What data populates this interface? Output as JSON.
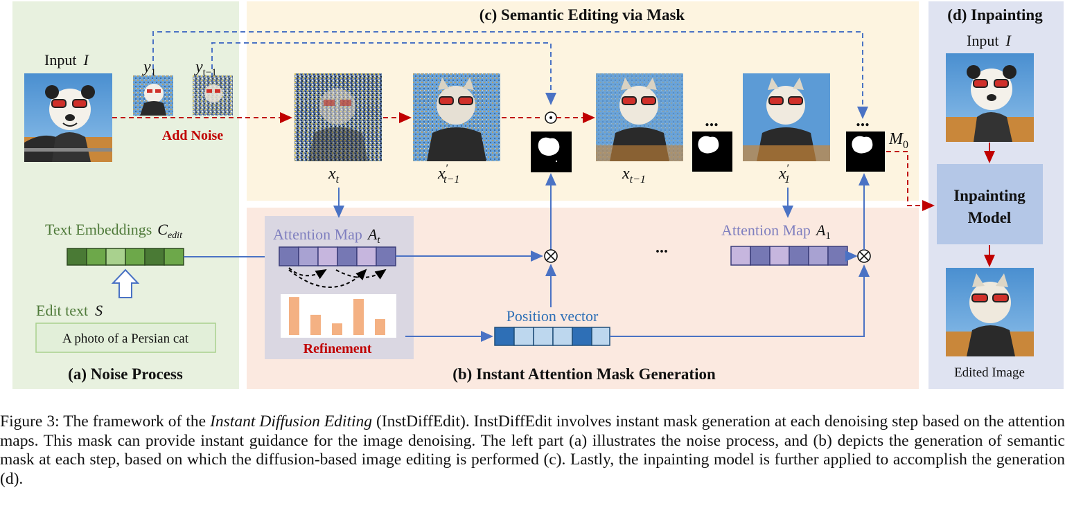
{
  "panels": {
    "a": "(a) Noise Process",
    "b": "(b) Instant Attention Mask Generation",
    "c": "(c) Semantic Editing via Mask",
    "d": "(d) Inpainting"
  },
  "noise": {
    "input_label": "Input",
    "input_var": "I",
    "y1": "y",
    "y1_sub": "1",
    "yt1": "y",
    "yt1_sub": "t−1",
    "add_noise": "Add Noise",
    "text_embeddings": "Text Embeddings",
    "c_edit": "C",
    "c_edit_sub": "edit",
    "edit_text": "Edit text",
    "edit_var": "S",
    "prompt": "A photo of a Persian cat"
  },
  "editing": {
    "xt": "x",
    "xt_sub": "t",
    "xt1p": "x",
    "xt1p_sub": "t−1",
    "xt1": "x",
    "xt1_sub": "t−1",
    "x1p": "x",
    "x1p_sub": "1",
    "m0": "M",
    "m0_sub": "0",
    "dots": "...",
    "odot": "⊙"
  },
  "attention": {
    "attn_map": "Attention Map",
    "at": "A",
    "at_sub": "t",
    "a1": "A",
    "a1_sub": "1",
    "refinement": "Refinement",
    "position_vector": "Position vector",
    "otimes": "⊗",
    "dots": "..."
  },
  "inpainting": {
    "input_label": "Input",
    "input_var": "I",
    "model_line1": "Inpainting",
    "model_line2": "Model",
    "edited": "Edited Image"
  },
  "caption": {
    "prefix": "Figure 3: The framework of the ",
    "method_name": "Instant Diffusion Editing",
    "rest": " (InstDiffEdit). InstDiffEdit involves instant mask generation at each denoising step based on the attention maps. This mask can provide instant guidance for the image denoising. The left part (a) illustrates the noise process, and (b) depicts the generation of semantic mask at each step, based on which the diffusion-based image editing is performed (c). Lastly, the inpainting model is further applied to accomplish the generation (d)."
  },
  "refinement_bars": [
    0.98,
    0.52,
    0.3,
    0.93,
    0.41
  ],
  "colors": {
    "panel_a_bg": "#e8f1df",
    "panel_b_bg": "#fbe9e0",
    "panel_c_bg": "#fdf4e0",
    "panel_d_bg": "#dfe3f1",
    "red_arrow": "#c00000",
    "blue_arrow": "#4a72c4",
    "text_green": "#4f7a3a",
    "attn_purple": "#7f7fbf",
    "position_blue": "#2e6fb6",
    "refine_orange": "#f4b183",
    "model_box": "#b4c7e7"
  }
}
